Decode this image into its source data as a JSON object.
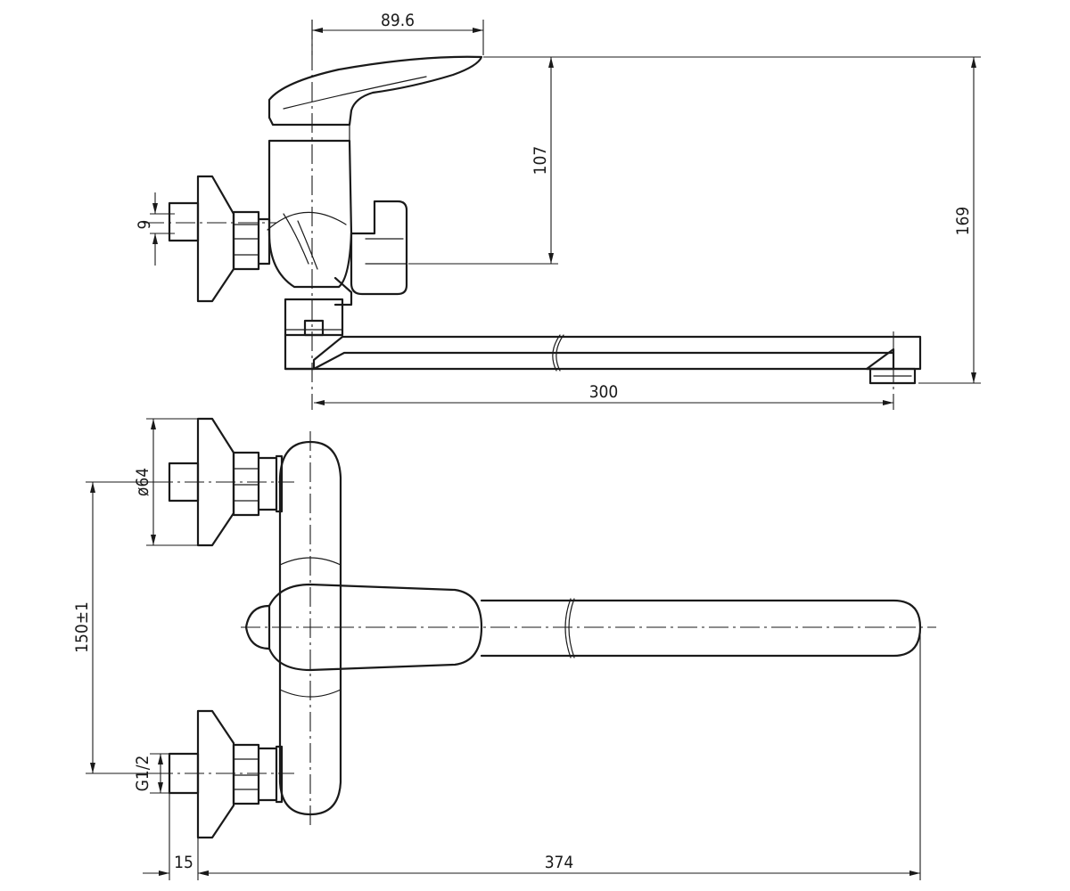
{
  "dimensions": {
    "lever_offset": "89.6",
    "lever_height": "107",
    "total_height": "169",
    "inlet_pipe_size": "9",
    "spout_length": "300",
    "flange_diameter": "ø64",
    "inlet_spacing": "150±1",
    "thread_size": "G1/2",
    "wall_offset": "15",
    "total_length": "374"
  }
}
